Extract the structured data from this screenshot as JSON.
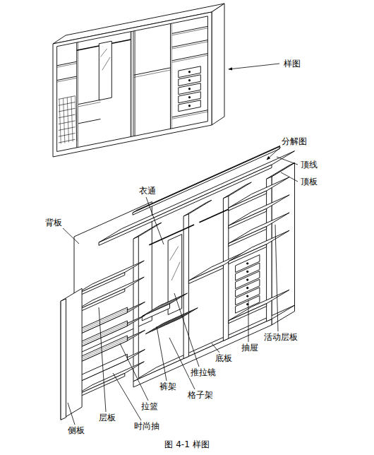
{
  "diagram": {
    "caption": "图 4-1 样图",
    "labels": [
      "样图",
      "分解图",
      "顶线",
      "顶板",
      "衣通",
      "背板",
      "活动层板",
      "抽屉",
      "底板",
      "推拉镜",
      "裤架",
      "格子架",
      "拉篮",
      "层板",
      "时尚抽",
      "侧板"
    ]
  }
}
